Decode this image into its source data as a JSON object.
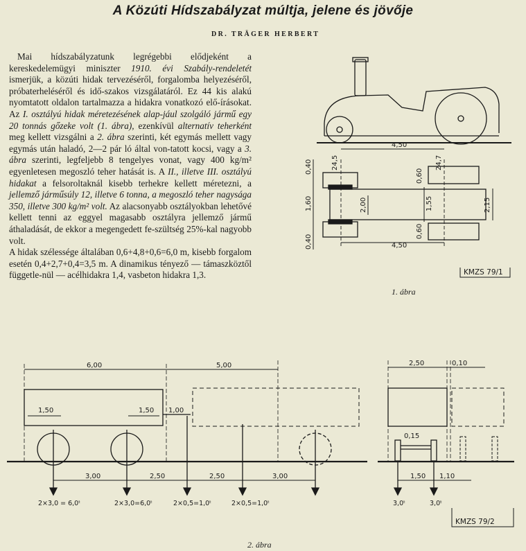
{
  "title": "A Közúti Hídszabályzat múltja, jelene és jövője",
  "author": "DR. TRÄGER HERBERT",
  "text": {
    "p1_a": "Mai hídszabályzatunk legrégebbi elődjeként a kereskedelemügyi miniszter ",
    "p1_b": "1910. évi Szabály-rendeletét",
    "p1_c": " ismerjük, a közúti hidak tervezéséről, forgalomba helyezéséről, próbaterheléséről és idő-szakos vizsgálatáról. Ez 44 kis alakú nyomtatott oldalon tartalmazza a hidakra vonatkozó elő-írásokat. Az ",
    "p1_d": "I. osztályú hidak méretezésének alap-jául szolgáló jármű egy 20 tonnás gőzeke volt (1. ábra),",
    "p1_e": " ezenkívül ",
    "p1_f": "alternatív teherként",
    "p1_g": " meg kellett vizsgálni a ",
    "p1_h": "2. ábra",
    "p1_i": " szerinti, két egymás mellett vagy egymás után haladó, 2—2 pár ló által von-tatott kocsi, vagy a ",
    "p1_j": "3. ábra",
    "p1_k": " szerinti, legfeljebb 8 tengelyes vonat, vagy 400 kg/m² egyenletesen megoszló teher hatását is. A ",
    "p1_l": "II., illetve III. osztályú hidakat",
    "p1_m": " a felsoroltaknál kisebb terhekre kellett méretezni, a ",
    "p1_n": "jellemző járműsúly 12, illetve 6 tonna, a megoszló teher nagysága 350, illetve 300 kg/m² volt.",
    "p1_o": " Az alacsonyabb osztályokban lehetővé kellett tenni az eggyel magasabb osztályra jellemző jármű áthaladását, de ekkor a megengedett fe-szültség 25%-kal nagyobb volt.",
    "p2": "A hidak szélessége általában 0,6+4,8+0,6=6,0 m, kisebb forgalom esetén 0,4+2,7+0,4=3,5 m. A dinamikus tényező — támaszköztől függetle-nül — acélhidakra 1,4, vasbeton hidakra 1,3."
  },
  "figure1": {
    "caption": "1. ábra",
    "code": "KMZS 79/1",
    "dims": {
      "wheelbase_top": "4,50",
      "wheelbase_bottom": "4,50",
      "left_top": "24,5",
      "right_top": "24,7",
      "width_label": "1,60",
      "left_width": "2,00",
      "right_side": "1,55",
      "right_total": "2,15",
      "left_upper": "0,40",
      "left_lower": "0,40",
      "right_upper": "0,60",
      "right_lower": "0,60"
    }
  },
  "figure2": {
    "caption": "2. ábra",
    "code": "KMZS 79/2",
    "dims": {
      "len1": "6,00",
      "len2": "5,00",
      "in1": "1,50",
      "in2": "1,50",
      "in3": "1,00",
      "sp1": "3,00",
      "sp2": "2,50",
      "sp3": "2,50",
      "sp4": "3,00",
      "side_w": "2,50",
      "side_g": "0,10",
      "side_h": "0,15",
      "side_b1": "1,50",
      "side_b2": "1,10"
    },
    "loads": [
      "2×3,0 = 6,0ᵗ",
      "2×3,0=6,0ᵗ",
      "2×0,5=1,0ᵗ",
      "2×0,5=1,0ᵗ",
      "3,0ᵗ",
      "3,0ᵗ"
    ]
  }
}
